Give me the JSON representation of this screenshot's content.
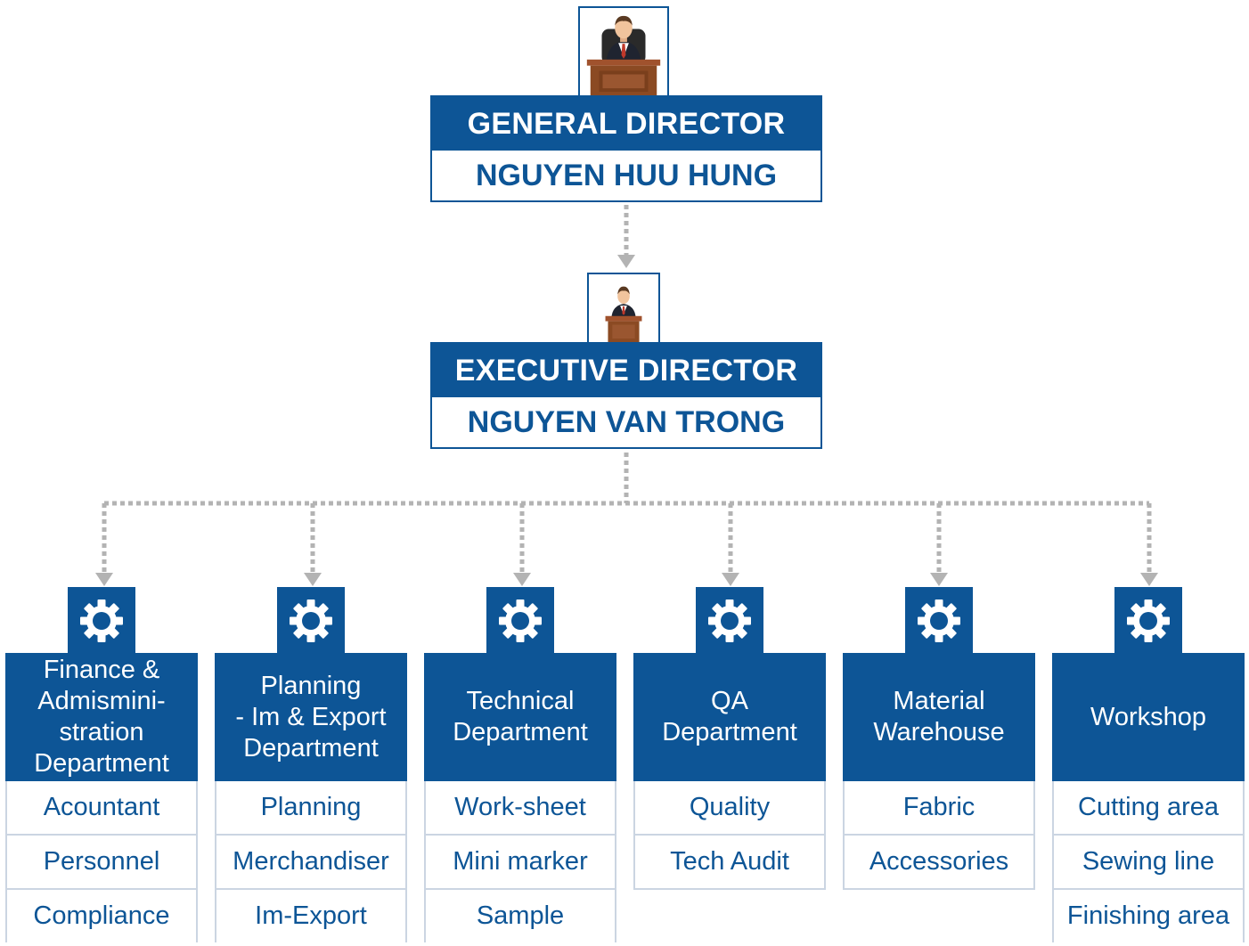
{
  "general_director": {
    "title": "GENERAL DIRECTOR",
    "name": "NGUYEN HUU HUNG"
  },
  "executive_director": {
    "title": "EXECUTIVE DIRECTOR",
    "name": "NGUYEN VAN TRONG"
  },
  "departments": [
    {
      "name_lines": [
        "Finance &",
        "Admismini-",
        "stration",
        "Department"
      ],
      "items": [
        "Acountant",
        "Personnel",
        "Compliance"
      ]
    },
    {
      "name_lines": [
        "Planning",
        "- Im & Export",
        "Department"
      ],
      "items": [
        "Planning",
        "Merchandiser",
        "Im-Export"
      ]
    },
    {
      "name_lines": [
        "Technical",
        "Department"
      ],
      "items": [
        "Work-sheet",
        "Mini marker",
        "Sample"
      ]
    },
    {
      "name_lines": [
        "QA",
        "Department"
      ],
      "items": [
        "Quality",
        "Tech Audit"
      ]
    },
    {
      "name_lines": [
        "Material",
        "Warehouse"
      ],
      "items": [
        "Fabric",
        "Accessories"
      ]
    },
    {
      "name_lines": [
        "Workshop"
      ],
      "items": [
        "Cutting area",
        "Sewing line",
        "Finishing area"
      ]
    }
  ],
  "colors": {
    "primary": "#0d5596",
    "connector": "#b3b3b3",
    "cell_border": "#cbd5e2"
  },
  "icons": {
    "director": "director-at-desk-icon",
    "department": "gear-icon"
  }
}
